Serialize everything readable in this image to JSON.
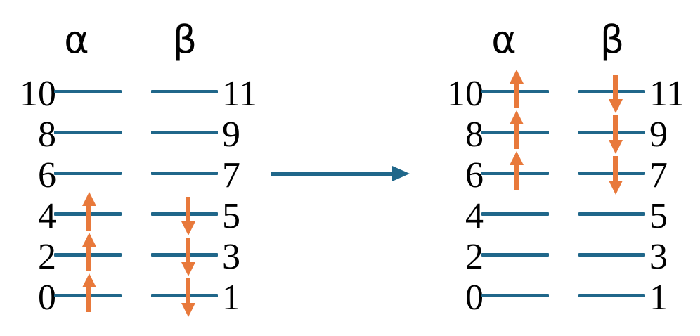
{
  "figure": {
    "kind": "spin-orbital energy level diagram, before and after excitation",
    "colors": {
      "level_line": "#20678a",
      "spin_arrow": "#e8793b",
      "transition_arrow": "#20678a",
      "text": "#000000",
      "background": "#ffffff"
    },
    "transition_arrow": {
      "direction": "right"
    },
    "diagrams": [
      {
        "name": "initial-state",
        "alpha_label": "α",
        "beta_label": "β",
        "levels": [
          {
            "alpha": {
              "label": "10",
              "arrow": null
            },
            "beta": {
              "label": "11",
              "arrow": null
            }
          },
          {
            "alpha": {
              "label": "8",
              "arrow": null
            },
            "beta": {
              "label": "9",
              "arrow": null
            }
          },
          {
            "alpha": {
              "label": "6",
              "arrow": null
            },
            "beta": {
              "label": "7",
              "arrow": null
            }
          },
          {
            "alpha": {
              "label": "4",
              "arrow": "up"
            },
            "beta": {
              "label": "5",
              "arrow": "down"
            }
          },
          {
            "alpha": {
              "label": "2",
              "arrow": "up"
            },
            "beta": {
              "label": "3",
              "arrow": "down"
            }
          },
          {
            "alpha": {
              "label": "0",
              "arrow": "up"
            },
            "beta": {
              "label": "1",
              "arrow": "down"
            }
          }
        ]
      },
      {
        "name": "final-state",
        "alpha_label": "α",
        "beta_label": "β",
        "levels": [
          {
            "alpha": {
              "label": "10",
              "arrow": "up"
            },
            "beta": {
              "label": "11",
              "arrow": "down"
            }
          },
          {
            "alpha": {
              "label": "8",
              "arrow": "up"
            },
            "beta": {
              "label": "9",
              "arrow": "down"
            }
          },
          {
            "alpha": {
              "label": "6",
              "arrow": "up"
            },
            "beta": {
              "label": "7",
              "arrow": "down"
            }
          },
          {
            "alpha": {
              "label": "4",
              "arrow": null
            },
            "beta": {
              "label": "5",
              "arrow": null
            }
          },
          {
            "alpha": {
              "label": "2",
              "arrow": null
            },
            "beta": {
              "label": "3",
              "arrow": null
            }
          },
          {
            "alpha": {
              "label": "0",
              "arrow": null
            },
            "beta": {
              "label": "1",
              "arrow": null
            }
          }
        ]
      }
    ]
  }
}
